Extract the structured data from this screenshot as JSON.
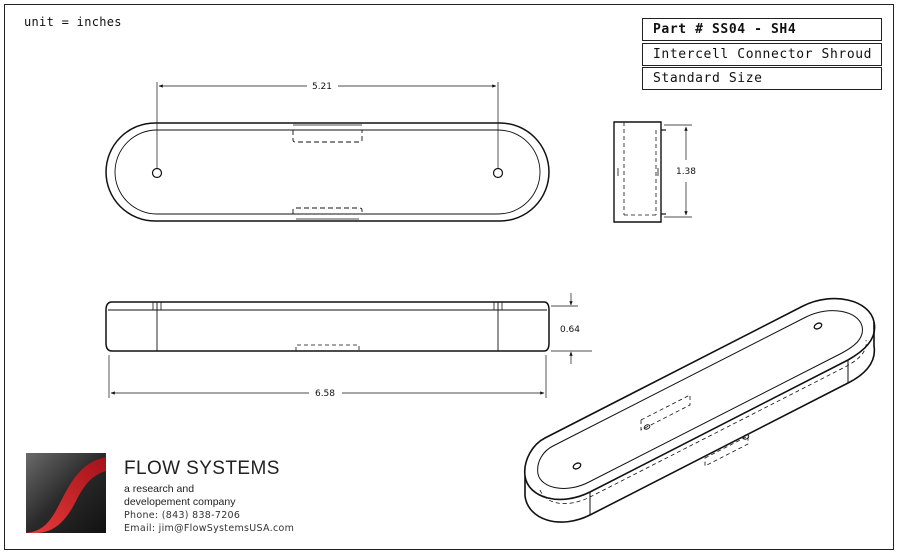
{
  "unit_note": "unit = inches",
  "title_block": {
    "part_number": "Part # SS04 - SH4",
    "part_name": "Intercell Connector Shroud",
    "size": "Standard Size"
  },
  "dimensions": {
    "hole_spacing": "5.21",
    "width": "1.38",
    "height": "0.64",
    "overall_length": "6.58"
  },
  "company": {
    "name": "FLOW SYSTEMS",
    "tagline_1": "a research and",
    "tagline_2": "developement company",
    "phone": "Phone: (843) 838-7206",
    "email": "Email: jim@FlowSystemsUSA.com"
  },
  "colors": {
    "logo_red": "#d8232a",
    "logo_dark": "#2a2a2a",
    "line": "#111111"
  }
}
